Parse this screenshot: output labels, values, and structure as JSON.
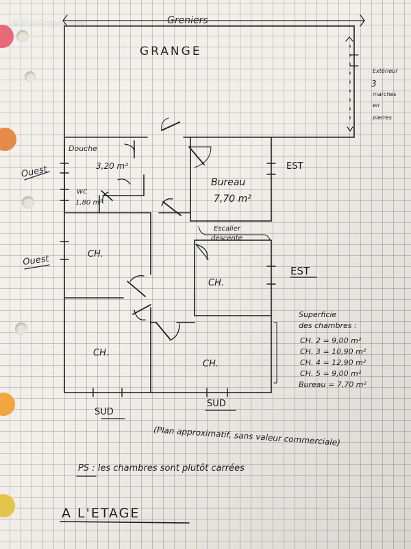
{
  "watermark": "© EtreProprio.com",
  "labels": {
    "greniers": "Greniers",
    "grange": "GRANGE",
    "douche": "Douche",
    "douche_area": "3,20 m²",
    "wc": "wc",
    "wc_area": "1,80 m²",
    "ouest_top": "Ouest",
    "ouest_mid": "Ouest",
    "bureau": "Bureau",
    "bureau_area": "7,70 m²",
    "est_top": "EST",
    "est_mid": "EST",
    "escalier": "Escalier",
    "descente": "descente",
    "exterieur": "Extérieur",
    "exterieur_num": "3",
    "exterieur_marches": "marches",
    "exterieur_en": "en",
    "exterieur_pierres": "pierres",
    "ch_1": "CH.",
    "ch_2": "CH.",
    "ch_3": "CH.",
    "ch_4": "CH.",
    "sud_1": "SUD",
    "sud_2": "SUD",
    "note_plan": "(Plan approximatif, sans valeur commerciale)",
    "note_ps": "PS : les chambres sont plutôt carrées",
    "title": "A L'ETAGE"
  },
  "superficie": {
    "heading_1": "Superficie",
    "heading_2": "des chambres :",
    "rows": [
      "CH. 2 = 9,00 m²",
      "CH. 3 = 10,90 m²",
      "CH. 4 = 12,90 m²",
      "CH. 5 = 9,00 m²",
      "Bureau = 7,70 m²"
    ]
  },
  "colors": {
    "ink": "#1c1c22",
    "paper": "#f1efe8",
    "grid": "#6a7890"
  }
}
